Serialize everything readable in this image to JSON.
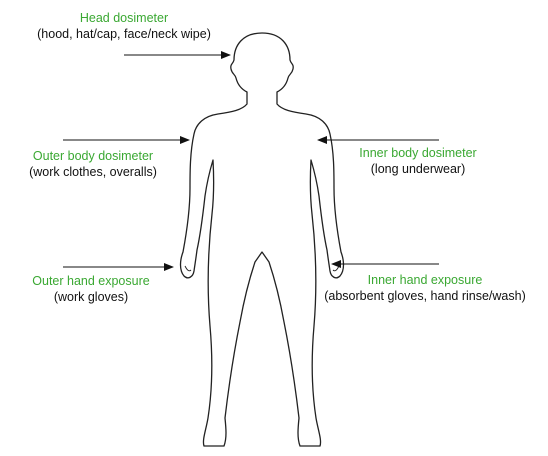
{
  "colors": {
    "label_title": "#3aa832",
    "label_sub": "#111111",
    "outline": "#222222",
    "arrow": "#111111"
  },
  "labels": {
    "head": {
      "title": "Head dosimeter",
      "sub": "(hood, hat/cap, face/neck wipe)"
    },
    "outer_body": {
      "title": "Outer body dosimeter",
      "sub": "(work clothes, overalls)"
    },
    "inner_body": {
      "title": "Inner body dosimeter",
      "sub": "(long underwear)"
    },
    "outer_hand": {
      "title": "Outer hand exposure",
      "sub": "(work gloves)"
    },
    "inner_hand": {
      "title": "Inner hand exposure",
      "sub": "(absorbent gloves, hand rinse/wash)"
    }
  }
}
